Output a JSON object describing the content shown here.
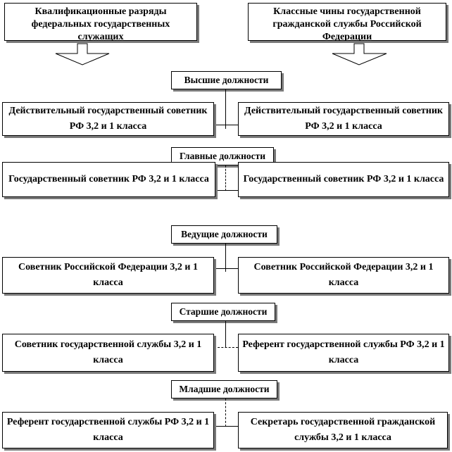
{
  "top_left": "Квалификационные разряды федеральных государственных служащих",
  "top_right": "Классные чины государственной гражданской службы Российской Федерации",
  "levels": [
    {
      "title": "Высшие должности",
      "left": "Действительный государственный советник РФ 3,2 и 1 класса",
      "right": "Действительный государственный советник РФ 3,2 и 1 класса"
    },
    {
      "title": "Главные должности",
      "left": "Государственный советник РФ 3,2 и 1 класса",
      "right": "Государственный советник РФ 3,2 и 1 класса"
    },
    {
      "title": "Ведущие должности",
      "left": "Советник Российской Федерации 3,2 и 1 класса",
      "right": "Советник Российской Федерации 3,2 и 1 класса"
    },
    {
      "title": "Старшие должности",
      "left": "Советник государственной службы 3,2 и 1 класса",
      "right": "Референт государственной службы РФ 3,2 и 1 класса"
    },
    {
      "title": "Младшие должности",
      "left": "Референт государственной службы РФ 3,2 и 1 класса",
      "right": "Секретарь государственной гражданской службы 3,2 и 1 класса"
    }
  ]
}
